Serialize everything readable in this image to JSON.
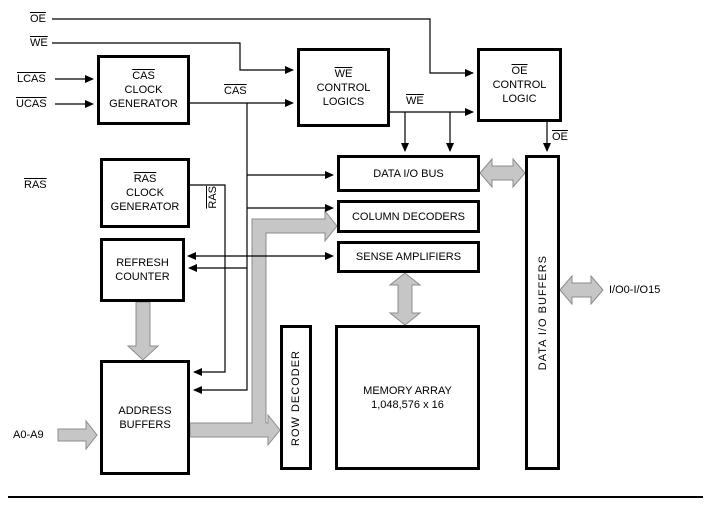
{
  "colors": {
    "background": "#ffffff",
    "line": "#000000",
    "bus_fill": "#c6c6c6",
    "bus_stroke": "#8c8c8c"
  },
  "inputs": {
    "oe": "OE",
    "we": "WE",
    "lcas": "LCAS",
    "ucas": "UCAS",
    "ras": "RAS",
    "addr": "A0-A9",
    "io": "I/O0-I/O15"
  },
  "wire_labels": {
    "cas": "CAS",
    "we": "WE",
    "oe": "OE",
    "ras": "RAS"
  },
  "blocks": {
    "cas_clock_generator": {
      "signal": "CAS",
      "line2": "CLOCK",
      "line3": "GENERATOR"
    },
    "we_control_logics": {
      "signal": "WE",
      "line2": "CONTROL",
      "line3": "LOGICS"
    },
    "oe_control_logic": {
      "signal": "OE",
      "line2": "CONTROL",
      "line3": "LOGIC"
    },
    "ras_clock_generator": {
      "signal": "RAS",
      "line2": "CLOCK",
      "line3": "GENERATOR"
    },
    "refresh_counter": {
      "line1": "REFRESH",
      "line2": "COUNTER"
    },
    "address_buffers": {
      "line1": "ADDRESS",
      "line2": "BUFFERS"
    },
    "row_decoder": {
      "label": "ROW DECODER"
    },
    "memory_array": {
      "line1": "MEMORY ARRAY",
      "line2": "1,048,576 x 16"
    },
    "data_io_bus": {
      "label": "DATA I/O BUS"
    },
    "column_decoders": {
      "label": "COLUMN DECODERS"
    },
    "sense_amplifiers": {
      "label": "SENSE AMPLIFIERS"
    },
    "data_io_buffers": {
      "label": "DATA I/O BUFFERS"
    }
  }
}
